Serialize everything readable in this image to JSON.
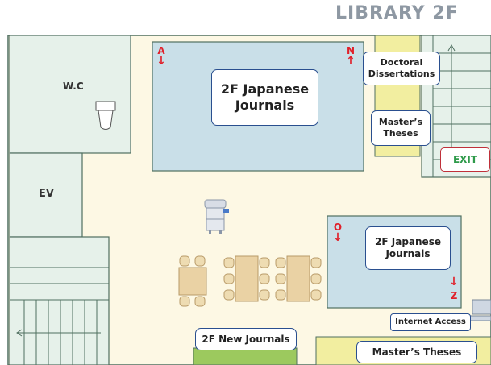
{
  "title": "LIBRARY 2F",
  "rooms": {
    "wc": "W.C",
    "ev": "EV",
    "exit": "EXIT"
  },
  "areas": {
    "japanese_journals_upper": "2F Japanese\nJournals",
    "japanese_journals_lower": "2F Japanese\nJournals",
    "doctoral_dissertations": "Doctoral\nDissertations",
    "masters_theses_upper": "Master’s\nTheses",
    "masters_theses_lower": "Master’s  Theses",
    "new_journals": "2F New Journals",
    "internet_access": "Internet Access"
  },
  "shelf_markers": {
    "a": "A",
    "n": "N",
    "o": "O",
    "z": "Z"
  },
  "icons": [
    "toilet-icon",
    "copier-icon",
    "computer-icon",
    "chair-icon",
    "arrow-down-icon",
    "arrow-up-icon"
  ],
  "colors": {
    "floor": "#fdf8e4",
    "room": "#e6f1ea",
    "shelf_area": "#c9dfe8",
    "shelf_yellow": "#f2eea0",
    "new_journals_green": "#9cc95e",
    "wall": "#4f6f60",
    "marker_red": "#e0202a",
    "title_gray": "#8e98a3",
    "box_border": "#2a4f8f",
    "exit_green": "#2e9a4a"
  }
}
